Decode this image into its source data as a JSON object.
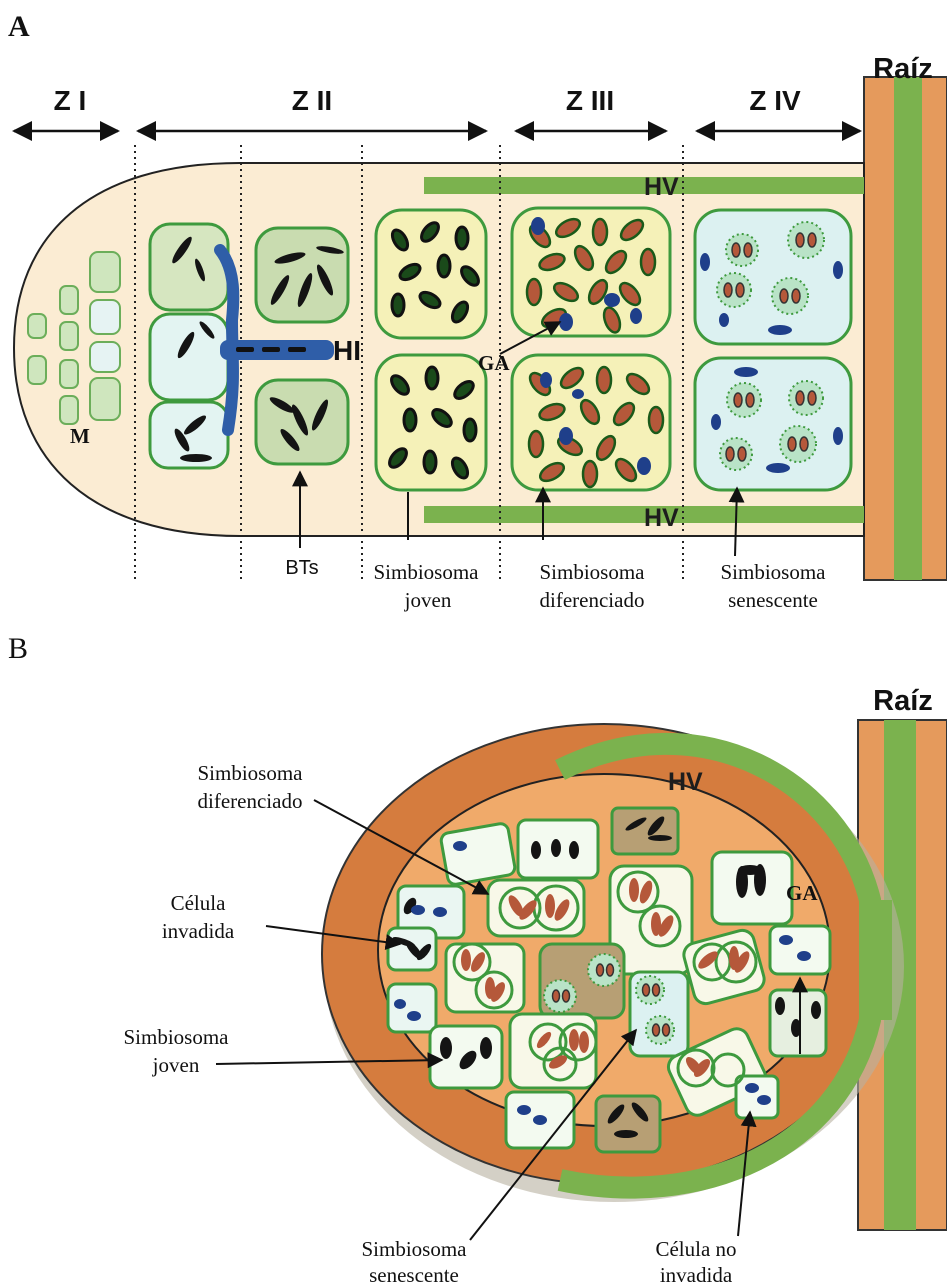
{
  "panels": {
    "a": "A",
    "b": "B"
  },
  "panel_a": {
    "zones": [
      "Z I",
      "Z II",
      "Z III",
      "Z IV"
    ],
    "root_label": "Raíz",
    "hv_label": "HV",
    "hi_label": "HI",
    "ga_label": "GA",
    "m_label": "M",
    "bts_label": "BTs",
    "young_line1": "Simbiosoma",
    "young_line2": "joven",
    "diff_line1": "Simbiosoma",
    "diff_line2": "diferenciado",
    "sen_line1": "Simbiosoma",
    "sen_line2": "senescente"
  },
  "panel_b": {
    "root_label": "Raíz",
    "hv_label": "HV",
    "ga_label": "GA",
    "diff_line1": "Simbiosoma",
    "diff_line2": "diferenciado",
    "invaded_line1": "Célula",
    "invaded_line2": "invadida",
    "young_line1": "Simbiosoma",
    "young_line2": "joven",
    "sen_line1": "Simbiosoma",
    "sen_line2": "senescente",
    "noninv_line1": "Célula no",
    "noninv_line2": "invadida"
  },
  "colors": {
    "root_orange": "#e59a5c",
    "root_stripe": "#7bb24e",
    "nodule_bg": "#fbecd3",
    "cell_border": "#3e9a3e",
    "bacteroid_red": "#b5583a",
    "bacteria_black": "#141414",
    "vesicle_blue": "#1f3f8a",
    "infection_thread": "#2f5ea8"
  }
}
